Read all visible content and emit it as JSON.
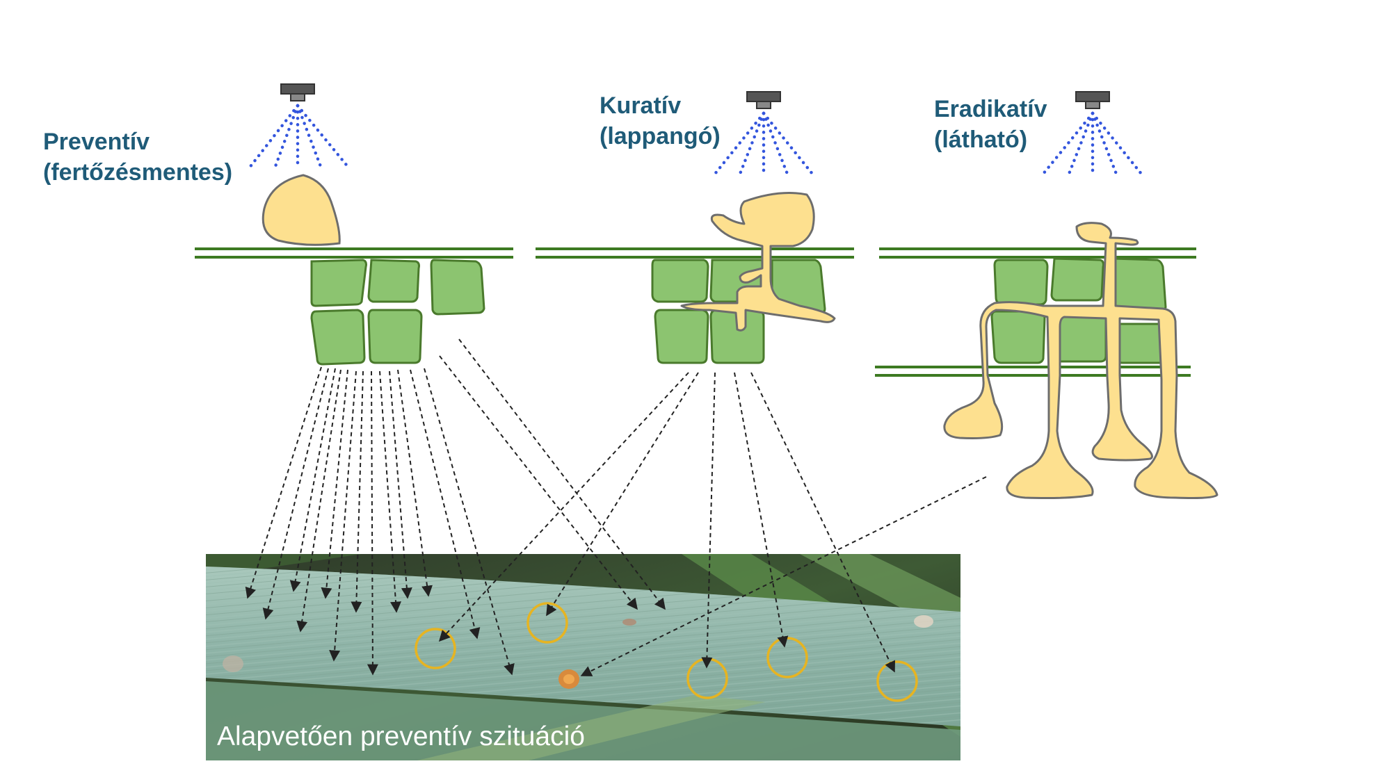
{
  "labels": {
    "preventive": {
      "line1": "Preventív",
      "line2": "(fertőzésmentes)"
    },
    "curative": {
      "line1": "Kuratív",
      "line2": "(lappangó)"
    },
    "eradicative": {
      "line1": "Eradikatív",
      "line2": "(látható)"
    }
  },
  "caption": "Alapvetően preventív szituáció",
  "colors": {
    "label": "#1f5b78",
    "spray": "#3355dd",
    "cell_fill": "#8cc470",
    "cell_stroke": "#4a7a2c",
    "cuticle": "#3d7a22",
    "fungus_fill": "#fde08f",
    "fungus_stroke": "#6d6d6d",
    "circle": "#e6b422",
    "leaf": "#8fb4a8"
  },
  "icons": [
    "spray-nozzle-icon"
  ]
}
